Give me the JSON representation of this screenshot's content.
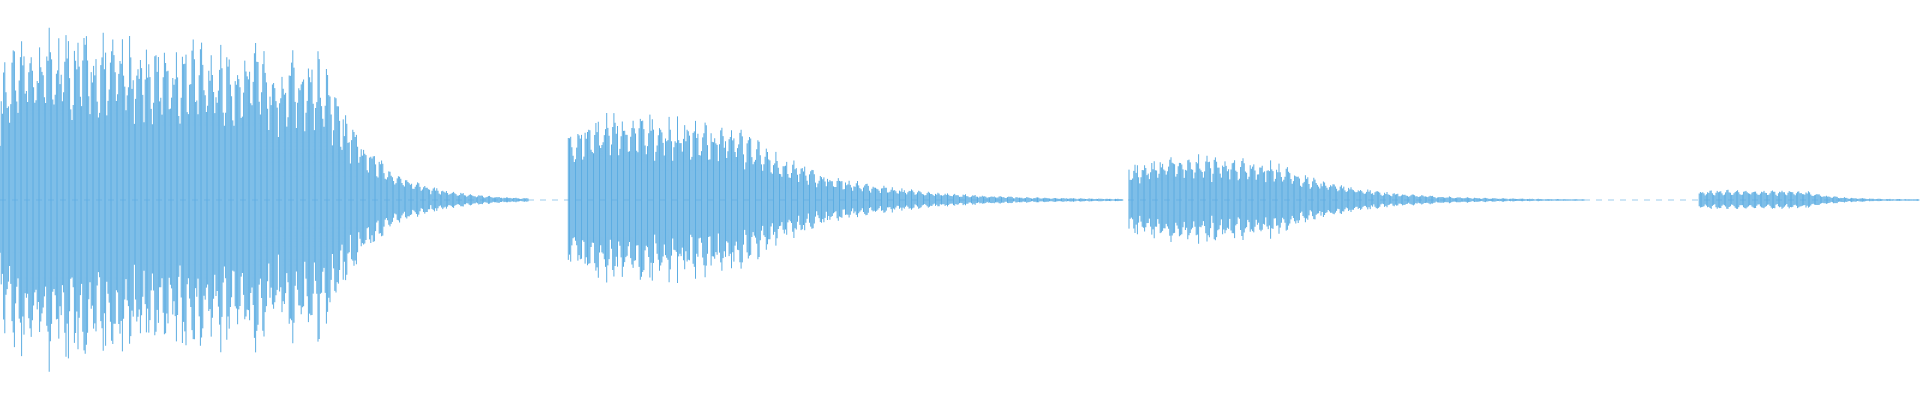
{
  "waveform": {
    "color": "#5dade2",
    "background": "#ffffff",
    "segments": [
      {
        "label": "segment-1",
        "start": 0.0,
        "end": 0.275,
        "peak": 1.0,
        "attack": 0.06,
        "sustain": 0.55,
        "tail_level": 0.1
      },
      {
        "label": "segment-2",
        "start": 0.296,
        "end": 0.585,
        "peak": 0.52,
        "attack": 0.05,
        "sustain": 0.25,
        "tail_level": 0.1
      },
      {
        "label": "segment-3",
        "start": 0.588,
        "end": 0.825,
        "peak": 0.27,
        "attack": 0.1,
        "sustain": 0.22,
        "tail_level": 0.1
      },
      {
        "label": "segment-4",
        "start": 0.885,
        "end": 1.0,
        "peak": 0.06,
        "attack": 0.08,
        "sustain": 0.4,
        "tail_level": 0.25
      }
    ]
  }
}
